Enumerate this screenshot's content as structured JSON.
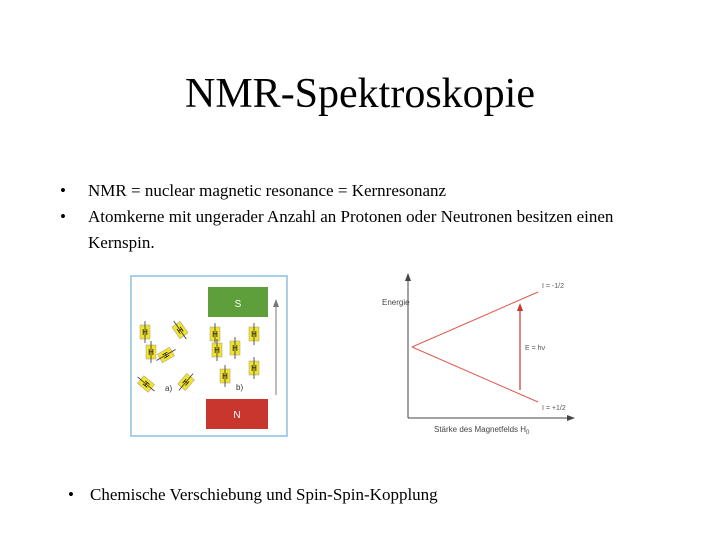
{
  "slide": {
    "title": "NMR-Spektroskopie",
    "bullets": [
      "NMR = nuclear magnetic resonance = Kernresonanz",
      "Atomkerne mit ungerader Anzahl an Protonen oder Neutronen besitzen einen Kernspin."
    ],
    "bottom_bullet": "Chemische Verschiebung und Spin-Spin-Kopplung",
    "bullet_symbol": "•"
  },
  "figure_magnets": {
    "north_label": "N",
    "south_label": "S",
    "nucleus_label": "H",
    "panel_a_label": "a)",
    "panel_b_label": "b)",
    "colors": {
      "south": "#5e9e3b",
      "north": "#c8362d",
      "nucleus": "#f2e22b",
      "frame": "#a9cfe6"
    }
  },
  "figure_energy": {
    "y_axis_label": "Energie",
    "x_axis_label": "Stärke des Magnetfelds H",
    "x_axis_subscript": "0",
    "upper_level_label": "I = -1/2",
    "lower_level_label": "I = +1/2",
    "transition_label": "E = hν",
    "colors": {
      "lines": "#e05a4f",
      "arrow": "#c8362d",
      "axes": "#444444"
    }
  }
}
